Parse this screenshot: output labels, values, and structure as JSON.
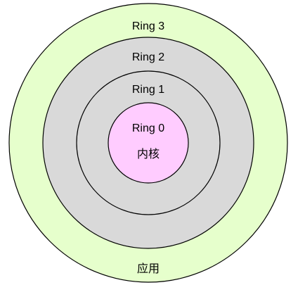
{
  "rings": [
    {
      "label": "Ring 3",
      "fill": "#e6ffcc"
    },
    {
      "label": "Ring 2",
      "fill": "#d9d9d9"
    },
    {
      "label": "Ring 1",
      "fill": "#d9d9d9"
    },
    {
      "label": "Ring 0",
      "fill": "#ffccff"
    }
  ],
  "core_label": "内核",
  "app_label": "应用",
  "stroke_color": "#000000"
}
